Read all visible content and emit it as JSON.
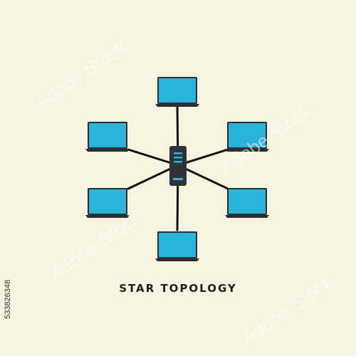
{
  "title": "STAR TOPOLOGY",
  "side_id": "533826348",
  "watermark": "Adobe Stock",
  "colors": {
    "background": "#f6f3df",
    "screen": "#2bb3da",
    "laptop_body": "#2b2e33",
    "server": "#2f3338",
    "server_led": "#2bb3da",
    "link": "#111111"
  },
  "nodes": [
    {
      "name": "laptop-top",
      "icon": "laptop-icon"
    },
    {
      "name": "laptop-upper-left",
      "icon": "laptop-icon"
    },
    {
      "name": "laptop-upper-right",
      "icon": "laptop-icon"
    },
    {
      "name": "laptop-lower-left",
      "icon": "laptop-icon"
    },
    {
      "name": "laptop-lower-right",
      "icon": "laptop-icon"
    },
    {
      "name": "laptop-bottom",
      "icon": "laptop-icon"
    }
  ],
  "hub": {
    "name": "server-hub",
    "icon": "server-icon"
  }
}
